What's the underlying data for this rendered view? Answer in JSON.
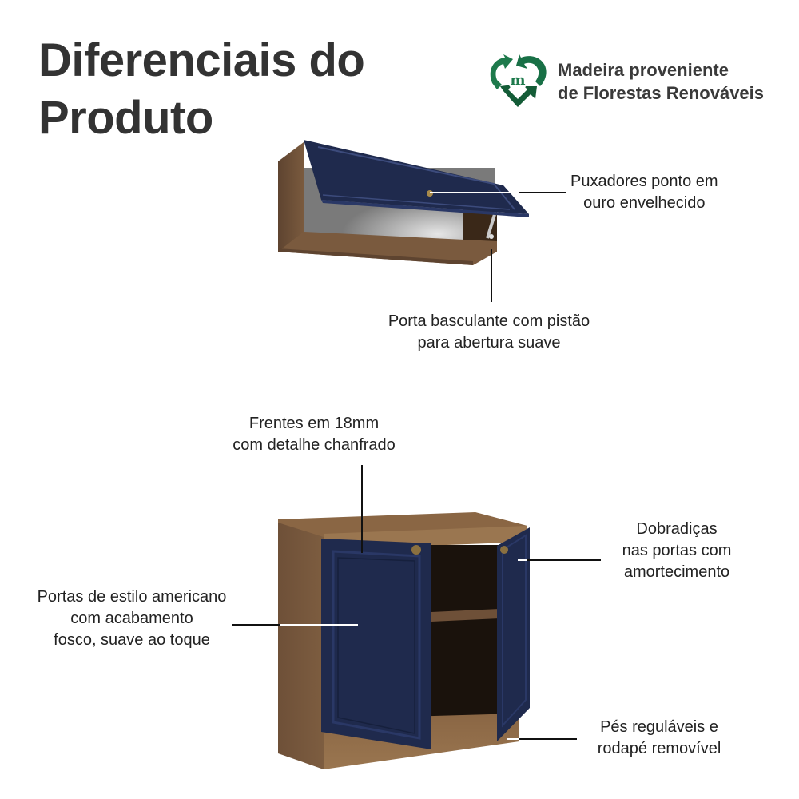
{
  "header": {
    "title_line1": "Diferenciais do",
    "title_line2": "Produto"
  },
  "badge": {
    "icon": "recycle-heart-m-icon",
    "line1": "Madeira proveniente",
    "line2": "de Florestas Renováveis",
    "color_primary": "#1e7a4c",
    "color_dark": "#145c37"
  },
  "upper_cabinet": {
    "callouts": [
      {
        "id": "handles",
        "line1": "Puxadores ponto em",
        "line2": "ouro envelhecido"
      },
      {
        "id": "flap-door",
        "line1": "Porta basculante com pistão",
        "line2": "para abertura suave"
      }
    ]
  },
  "lower_cabinet": {
    "callouts": [
      {
        "id": "fronts",
        "line1": "Frentes em 18mm",
        "line2": "com detalhe chanfrado"
      },
      {
        "id": "hinges",
        "line1": "Dobradiças",
        "line2": "nas portas com",
        "line3": "amortecimento"
      },
      {
        "id": "doors",
        "line1": "Portas de estilo americano",
        "line2": "com acabamento",
        "line3": "fosco, suave ao toque"
      },
      {
        "id": "feet",
        "line1": "Pés reguláveis e",
        "line2": "rodapé removível"
      }
    ]
  },
  "colors": {
    "navy": "#1f2a4d",
    "navy_light": "#2a3866",
    "wood": "#7a5a3e",
    "wood_dark": "#5e4430",
    "wood_light": "#9a7650",
    "interior": "#1a120c"
  }
}
